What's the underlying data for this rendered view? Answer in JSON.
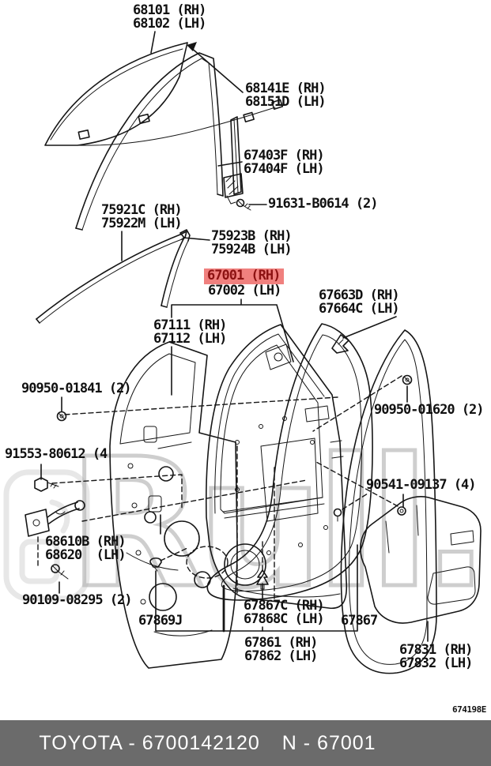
{
  "diagram": {
    "code": "674198E",
    "description": "Toyota front door panel and glass frame parts diagram",
    "highlighted_part": "67001 (RH)"
  },
  "colors": {
    "highlight_bg": "#f0807e",
    "highlight_text": "#8c1212",
    "footer_bg": "#6b6b6b",
    "footer_text": "#ffffff",
    "line_art": "#161616",
    "watermark": "#a5a5a5"
  },
  "watermark": {
    "text": "Rull.ru"
  },
  "footer": {
    "brand_line": "TOYOTA - 6700142120",
    "catalog_ref": "N - 67001"
  },
  "parts": [
    {
      "line1": "68101 (RH)",
      "line2": "68102 (LH)"
    },
    {
      "line1": "68141E (RH)",
      "line2": "68151D (LH)"
    },
    {
      "line1": "67403F (RH)",
      "line2": "67404F (LH)"
    },
    {
      "line1": "91631-B0614 (2)"
    },
    {
      "line1": "75921C (RH)",
      "line2": "75922M (LH)"
    },
    {
      "line1": "75923B (RH)",
      "line2": "75924B (LH)"
    },
    {
      "line1": "67001 (RH)",
      "line2": "67002 (LH)",
      "highlighted": true
    },
    {
      "line1": "67663D (RH)",
      "line2": "67664C (LH)"
    },
    {
      "line1": "67111 (RH)",
      "line2": "67112 (LH)"
    },
    {
      "line1": "90950-01841 (2)"
    },
    {
      "line1": "90950-01620 (2)"
    },
    {
      "line1": "91553-80612 (4"
    },
    {
      "line1": "90541-09137 (4)"
    },
    {
      "line1": "68610B (RH)",
      "line2": "68620  (LH)"
    },
    {
      "line1": "90109-08295 (2)"
    },
    {
      "line1": "67869J"
    },
    {
      "line1": "67867C (RH)",
      "line2": "67868C (LH)"
    },
    {
      "line1": "67867"
    },
    {
      "line1": "67861 (RH)",
      "line2": "67862 (LH)"
    },
    {
      "line1": "67831 (RH)",
      "line2": "67832 (LH)"
    }
  ]
}
